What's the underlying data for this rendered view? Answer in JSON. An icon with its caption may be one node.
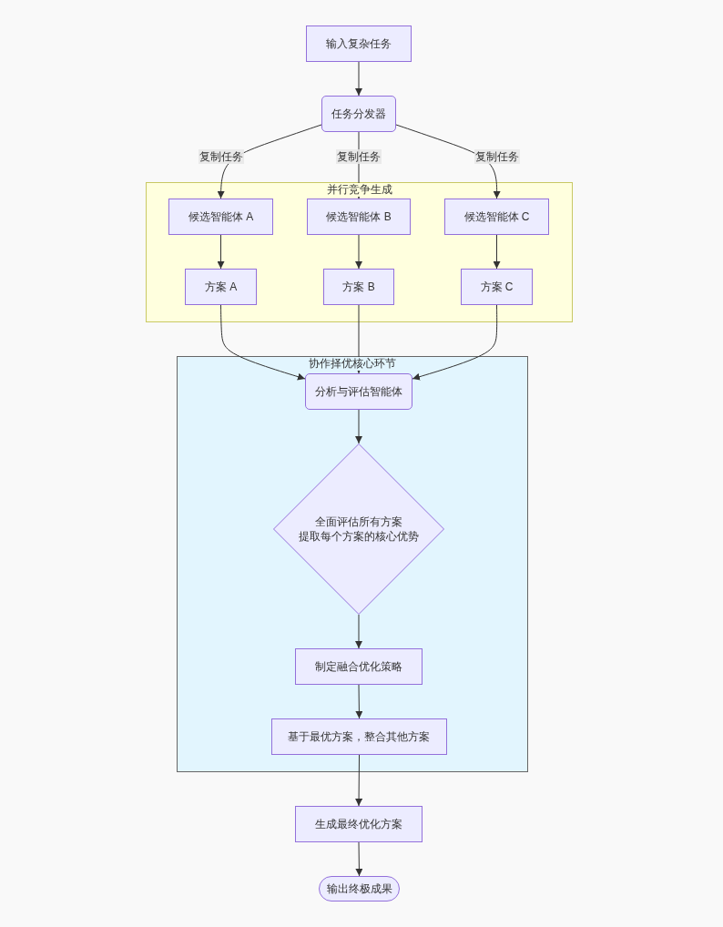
{
  "diagram": {
    "nodes": [
      {
        "text": [
          "输入复杂任务"
        ]
      },
      {
        "text": [
          "任务分发器"
        ]
      },
      {
        "text": [
          "并行竞争生成"
        ]
      },
      {
        "text": [
          "候选智能体 A"
        ],
        "in": 2
      },
      {
        "text": [
          "候选智能体 B"
        ],
        "in": 2
      },
      {
        "text": [
          "候选智能体 C"
        ],
        "in": 2
      },
      {
        "text": [
          "方案 A"
        ],
        "in": 2
      },
      {
        "text": [
          "方案 B"
        ],
        "in": 2
      },
      {
        "text": [
          "方案 C"
        ],
        "in": 2
      },
      {
        "text": [
          "协作择优核心环节"
        ]
      },
      {
        "text": [
          "分析与评估智能体"
        ],
        "in": 9
      },
      {
        "text": [
          "全面评估所有方案",
          "提取每个方案的核心优势"
        ],
        "in": 9
      },
      {
        "text": [
          "制定融合优化策略"
        ],
        "in": 9
      },
      {
        "text": [
          "基于最优方案，整合其他方案"
        ],
        "in": 9
      },
      {
        "text": [
          "生成最终优化方案"
        ]
      },
      {
        "text": [
          "输出终极成果"
        ]
      }
    ],
    "edges": [
      {
        "from": 0,
        "to": 1,
        "arrow": "to"
      },
      {
        "from": 1,
        "to": 3,
        "arrow": "to",
        "label": "复制任务"
      },
      {
        "from": 1,
        "to": 4,
        "arrow": "to",
        "label": "复制任务"
      },
      {
        "from": 1,
        "to": 5,
        "arrow": "to",
        "label": "复制任务"
      },
      {
        "from": 3,
        "to": 6,
        "arrow": "to"
      },
      {
        "from": 4,
        "to": 7,
        "arrow": "to"
      },
      {
        "from": 5,
        "to": 8,
        "arrow": "to"
      },
      {
        "from": 6,
        "to": 10,
        "arrow": "to"
      },
      {
        "from": 7,
        "to": 10,
        "arrow": "to"
      },
      {
        "from": 8,
        "to": 10,
        "arrow": "to"
      },
      {
        "from": 10,
        "to": 11,
        "arrow": "to"
      },
      {
        "from": 11,
        "to": 12,
        "arrow": "to"
      },
      {
        "from": 12,
        "to": 13,
        "arrow": "to"
      },
      {
        "from": 13,
        "to": 14,
        "arrow": "to"
      },
      {
        "from": 14,
        "to": 15,
        "arrow": "to"
      }
    ]
  }
}
